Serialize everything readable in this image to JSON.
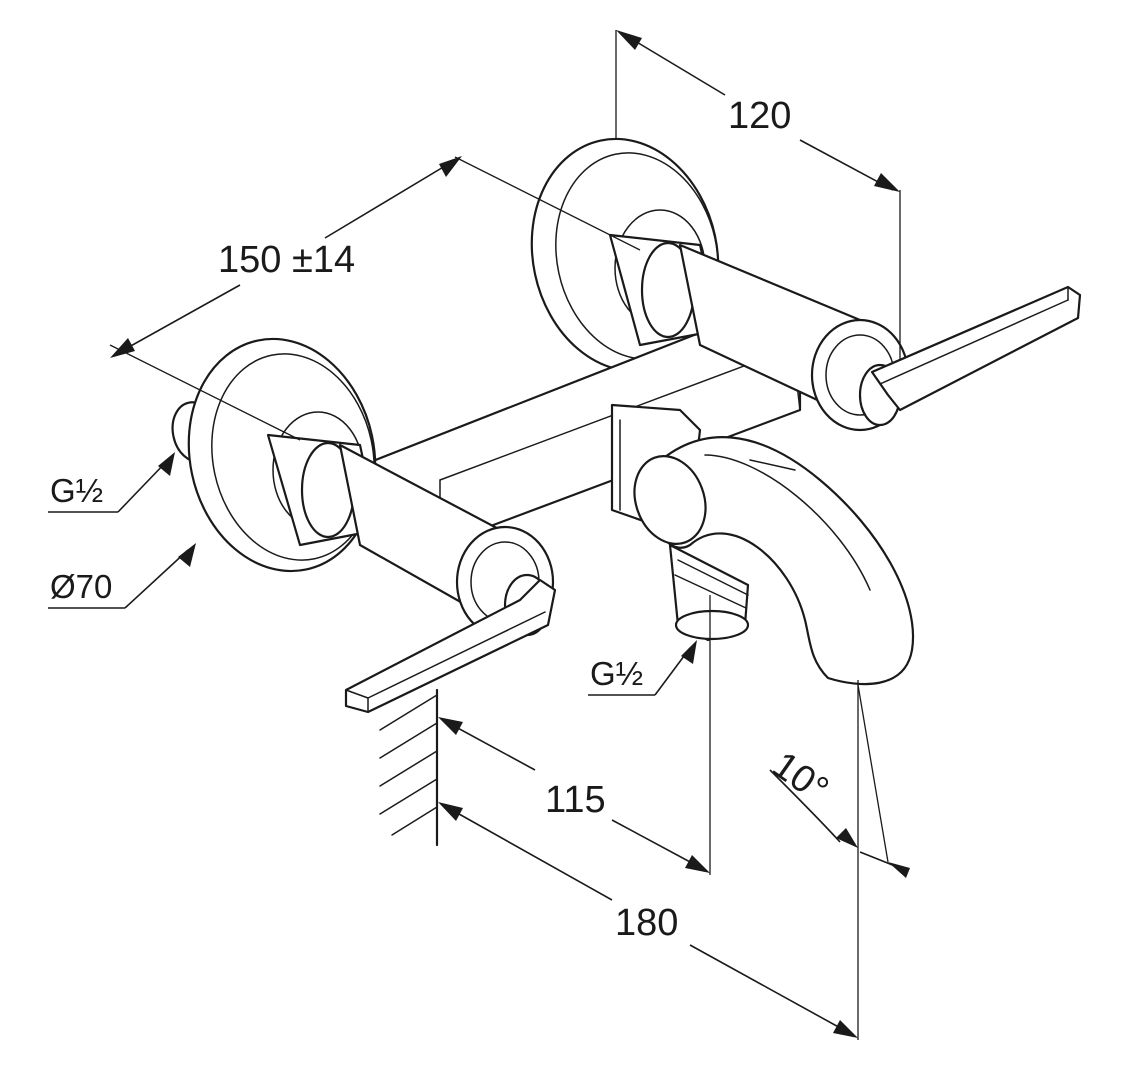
{
  "diagram": {
    "dimensions": {
      "width_between_connections": "150 ±14",
      "depth_back": "120",
      "spout_offset_short": "115",
      "spout_offset_long": "180",
      "spout_angle": "10°"
    },
    "callouts": {
      "inlet_thread": "G½",
      "rosette_diameter": "Ø70",
      "outlet_thread": "G½"
    }
  }
}
